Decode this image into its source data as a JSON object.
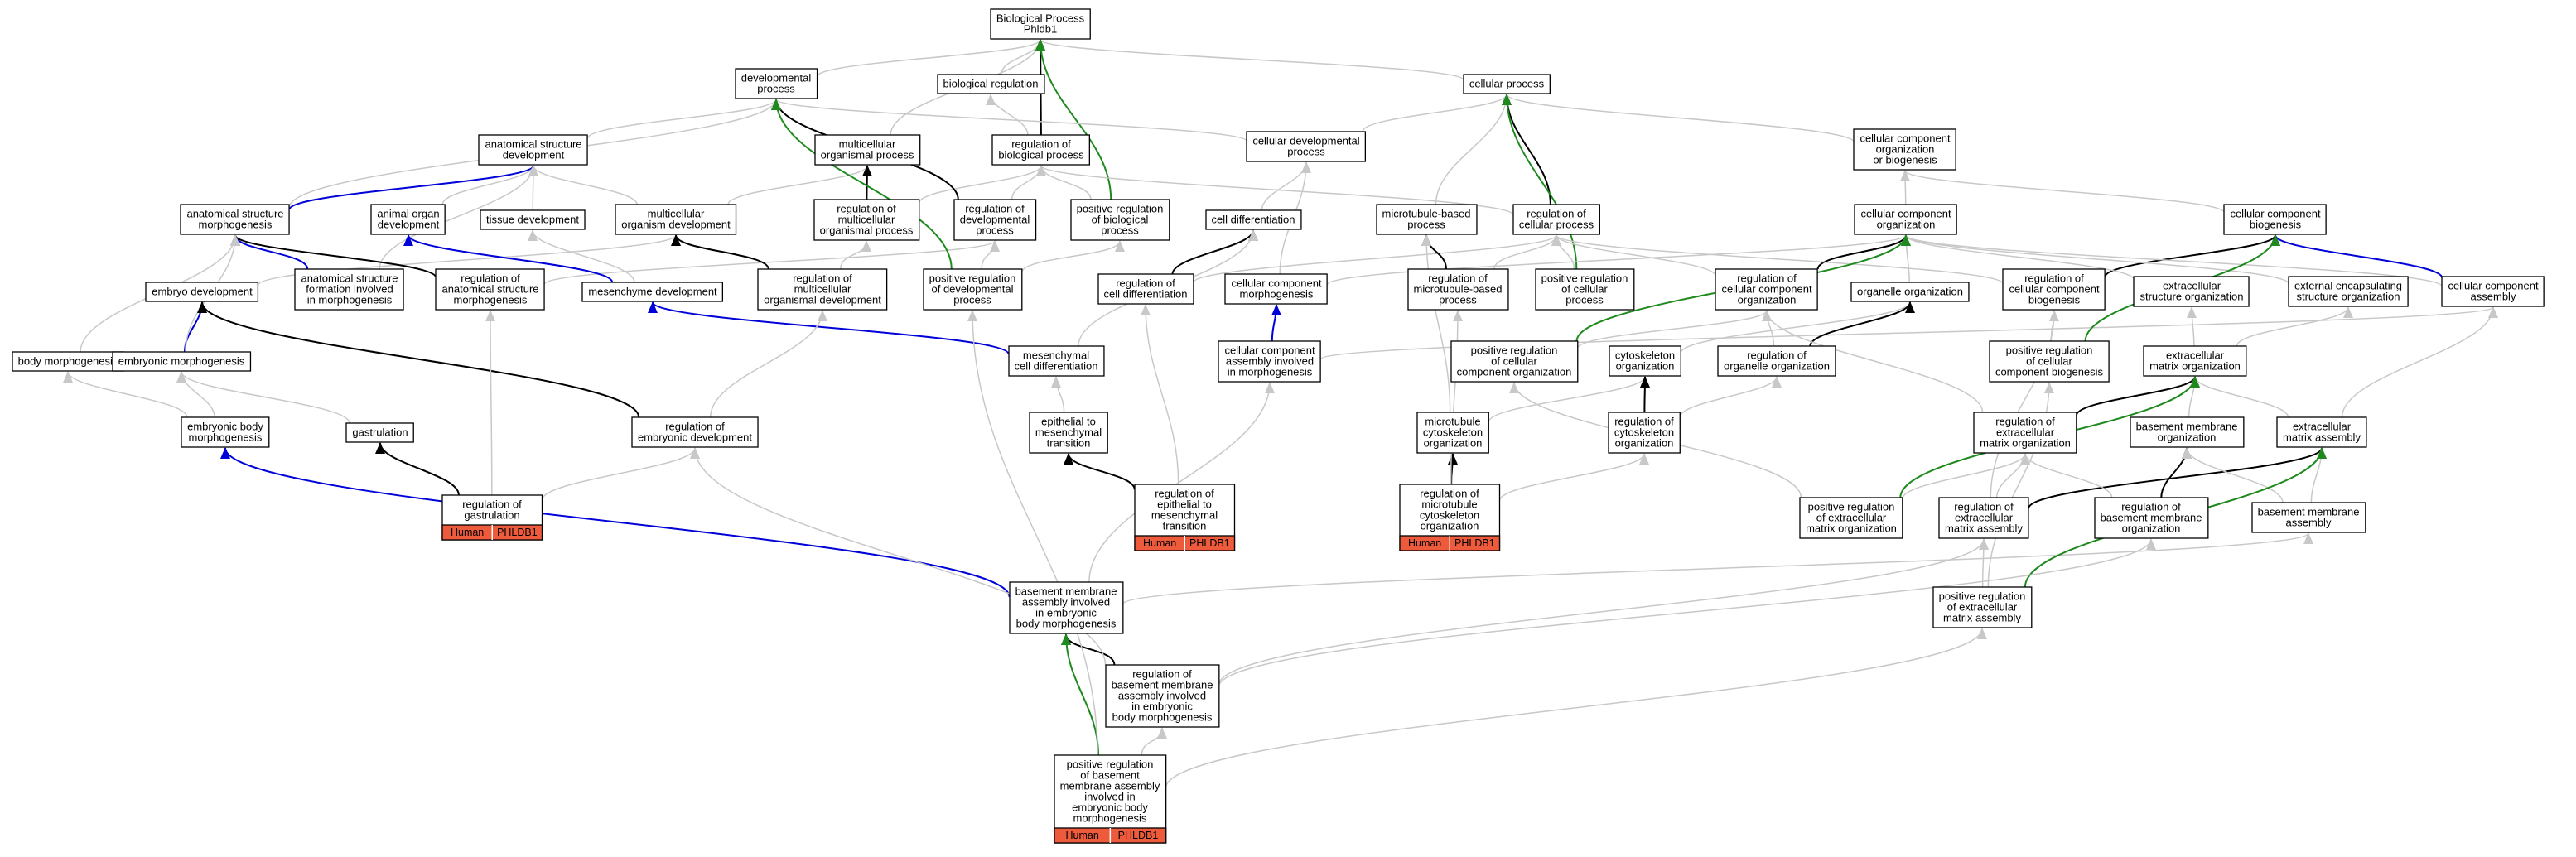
{
  "root": "Biological Process Phldb1",
  "nodes": [
    {
      "id": "bp",
      "lines": [
        "Biological Process",
        "Phldb1"
      ]
    },
    {
      "id": "dev",
      "lines": [
        "developmental",
        "process"
      ]
    },
    {
      "id": "breg",
      "lines": [
        "biological regulation"
      ]
    },
    {
      "id": "cp",
      "lines": [
        "cellular process"
      ]
    },
    {
      "id": "asd",
      "lines": [
        "anatomical structure",
        "development"
      ]
    },
    {
      "id": "mop",
      "lines": [
        "multicellular",
        "organismal process"
      ]
    },
    {
      "id": "rbp",
      "lines": [
        "regulation of",
        "biological process"
      ]
    },
    {
      "id": "cdp",
      "lines": [
        "cellular developmental",
        "process"
      ]
    },
    {
      "id": "ccob",
      "lines": [
        "cellular component",
        "organization",
        "or biogenesis"
      ]
    },
    {
      "id": "asm",
      "lines": [
        "anatomical structure",
        "morphogenesis"
      ]
    },
    {
      "id": "aod",
      "lines": [
        "animal organ",
        "development"
      ]
    },
    {
      "id": "td",
      "lines": [
        "tissue development"
      ]
    },
    {
      "id": "mod",
      "lines": [
        "multicellular",
        "organism development"
      ]
    },
    {
      "id": "rmop",
      "lines": [
        "regulation of",
        "multicellular",
        "organismal process"
      ]
    },
    {
      "id": "rdp",
      "lines": [
        "regulation of",
        "developmental",
        "process"
      ]
    },
    {
      "id": "prbp",
      "lines": [
        "positive regulation",
        "of biological",
        "process"
      ]
    },
    {
      "id": "cd",
      "lines": [
        "cell differentiation"
      ]
    },
    {
      "id": "mbp",
      "lines": [
        "microtubule-based",
        "process"
      ]
    },
    {
      "id": "rcp",
      "lines": [
        "regulation of",
        "cellular process"
      ]
    },
    {
      "id": "cco",
      "lines": [
        "cellular component",
        "organization"
      ]
    },
    {
      "id": "ccb",
      "lines": [
        "cellular component",
        "biogenesis"
      ]
    },
    {
      "id": "ed",
      "lines": [
        "embryo development"
      ]
    },
    {
      "id": "asfim",
      "lines": [
        "anatomical structure",
        "formation involved",
        "in morphogenesis"
      ]
    },
    {
      "id": "rasm",
      "lines": [
        "regulation of",
        "anatomical structure",
        "morphogenesis"
      ]
    },
    {
      "id": "md",
      "lines": [
        "mesenchyme development"
      ]
    },
    {
      "id": "rmod",
      "lines": [
        "regulation of",
        "multicellular",
        "organismal development"
      ]
    },
    {
      "id": "prdp",
      "lines": [
        "positive regulation",
        "of developmental",
        "process"
      ]
    },
    {
      "id": "rcd",
      "lines": [
        "regulation of",
        "cell differentiation"
      ]
    },
    {
      "id": "ccm",
      "lines": [
        "cellular component",
        "morphogenesis"
      ]
    },
    {
      "id": "rmbp",
      "lines": [
        "regulation of",
        "microtubule-based",
        "process"
      ]
    },
    {
      "id": "prcp",
      "lines": [
        "positive regulation",
        "of cellular",
        "process"
      ]
    },
    {
      "id": "rcco",
      "lines": [
        "regulation of",
        "cellular component",
        "organization"
      ]
    },
    {
      "id": "oo",
      "lines": [
        "organelle organization"
      ]
    },
    {
      "id": "rccb",
      "lines": [
        "regulation of",
        "cellular component",
        "biogenesis"
      ]
    },
    {
      "id": "eso",
      "lines": [
        "extracellular",
        "structure organization"
      ]
    },
    {
      "id": "eeso",
      "lines": [
        "external encapsulating",
        "structure organization"
      ]
    },
    {
      "id": "cca",
      "lines": [
        "cellular component",
        "assembly"
      ]
    },
    {
      "id": "bm",
      "lines": [
        "body morphogenesis"
      ]
    },
    {
      "id": "em",
      "lines": [
        "embryonic morphogenesis"
      ]
    },
    {
      "id": "mcd",
      "lines": [
        "mesenchymal",
        "cell differentiation"
      ]
    },
    {
      "id": "ccaim",
      "lines": [
        "cellular component",
        "assembly involved",
        "in morphogenesis"
      ]
    },
    {
      "id": "prcco",
      "lines": [
        "positive regulation",
        "of cellular",
        "component organization"
      ]
    },
    {
      "id": "co",
      "lines": [
        "cytoskeleton",
        "organization"
      ]
    },
    {
      "id": "roo",
      "lines": [
        "regulation of",
        "organelle organization"
      ]
    },
    {
      "id": "prccb",
      "lines": [
        "positive regulation",
        "of cellular",
        "component biogenesis"
      ]
    },
    {
      "id": "emo",
      "lines": [
        "extracellular",
        "matrix organization"
      ]
    },
    {
      "id": "ebm",
      "lines": [
        "embryonic body",
        "morphogenesis"
      ]
    },
    {
      "id": "gas",
      "lines": [
        "gastrulation"
      ]
    },
    {
      "id": "red",
      "lines": [
        "regulation of",
        "embryonic development"
      ]
    },
    {
      "id": "emt",
      "lines": [
        "epithelial to",
        "mesenchymal",
        "transition"
      ]
    },
    {
      "id": "mco",
      "lines": [
        "microtubule",
        "cytoskeleton",
        "organization"
      ]
    },
    {
      "id": "rco",
      "lines": [
        "regulation of",
        "cytoskeleton",
        "organization"
      ]
    },
    {
      "id": "remo",
      "lines": [
        "regulation of",
        "extracellular",
        "matrix organization"
      ]
    },
    {
      "id": "bmo",
      "lines": [
        "basement membrane",
        "organization"
      ]
    },
    {
      "id": "ema",
      "lines": [
        "extracellular",
        "matrix assembly"
      ]
    },
    {
      "id": "rg",
      "lines": [
        "regulation of",
        "gastrulation"
      ],
      "anno": [
        "Human",
        "PHLDB1"
      ]
    },
    {
      "id": "remt",
      "lines": [
        "regulation of",
        "epithelial to",
        "mesenchymal",
        "transition"
      ],
      "anno": [
        "Human",
        "PHLDB1"
      ]
    },
    {
      "id": "rmco",
      "lines": [
        "regulation of",
        "microtubule",
        "cytoskeleton",
        "organization"
      ],
      "anno": [
        "Human",
        "PHLDB1"
      ]
    },
    {
      "id": "premo",
      "lines": [
        "positive regulation",
        "of extracellular",
        "matrix organization"
      ]
    },
    {
      "id": "rema",
      "lines": [
        "regulation of",
        "extracellular",
        "matrix assembly"
      ]
    },
    {
      "id": "rbmo",
      "lines": [
        "regulation of",
        "basement membrane",
        "organization"
      ]
    },
    {
      "id": "bma",
      "lines": [
        "basement membrane",
        "assembly"
      ]
    },
    {
      "id": "bmaie",
      "lines": [
        "basement membrane",
        "assembly involved",
        "in embryonic",
        "body morphogenesis"
      ]
    },
    {
      "id": "prema",
      "lines": [
        "positive regulation",
        "of extracellular",
        "matrix assembly"
      ]
    },
    {
      "id": "rbmaie",
      "lines": [
        "regulation of",
        "basement membrane",
        "assembly involved",
        "in embryonic",
        "body morphogenesis"
      ]
    },
    {
      "id": "prbmaie",
      "lines": [
        "positive regulation",
        "of basement",
        "membrane assembly",
        "involved in",
        "embryonic body",
        "morphogenesis"
      ],
      "anno": [
        "Human",
        "PHLDB1"
      ]
    }
  ],
  "edges": [
    {
      "from": "dev",
      "to": "bp",
      "type": "is_a"
    },
    {
      "from": "breg",
      "to": "bp",
      "type": "is_a"
    },
    {
      "from": "cp",
      "to": "bp",
      "type": "is_a"
    },
    {
      "from": "mop",
      "to": "bp",
      "type": "is_a"
    },
    {
      "from": "rbp",
      "to": "bp",
      "type": "regulates"
    },
    {
      "from": "prbp",
      "to": "bp",
      "type": "positively_regulates"
    },
    {
      "from": "asd",
      "to": "dev",
      "type": "is_a"
    },
    {
      "from": "cdp",
      "to": "dev",
      "type": "is_a"
    },
    {
      "from": "cdp",
      "to": "cp",
      "type": "is_a"
    },
    {
      "from": "rbp",
      "to": "breg",
      "type": "is_a"
    },
    {
      "from": "ccob",
      "to": "cp",
      "type": "is_a"
    },
    {
      "from": "mbp",
      "to": "cp",
      "type": "is_a"
    },
    {
      "from": "rcp",
      "to": "cp",
      "type": "regulates"
    },
    {
      "from": "prcp",
      "to": "cp",
      "type": "positively_regulates"
    },
    {
      "from": "asm",
      "to": "asd",
      "type": "part_of"
    },
    {
      "from": "asm",
      "to": "dev",
      "type": "is_a"
    },
    {
      "from": "aod",
      "to": "asd",
      "type": "is_a"
    },
    {
      "from": "td",
      "to": "asd",
      "type": "is_a"
    },
    {
      "from": "mod",
      "to": "asd",
      "type": "is_a"
    },
    {
      "from": "mod",
      "to": "mop",
      "type": "is_a"
    },
    {
      "from": "rmop",
      "to": "mop",
      "type": "regulates"
    },
    {
      "from": "rmop",
      "to": "rbp",
      "type": "is_a"
    },
    {
      "from": "rdp",
      "to": "dev",
      "type": "regulates"
    },
    {
      "from": "rdp",
      "to": "rbp",
      "type": "is_a"
    },
    {
      "from": "prbp",
      "to": "rbp",
      "type": "is_a"
    },
    {
      "from": "cd",
      "to": "cdp",
      "type": "is_a"
    },
    {
      "from": "rcp",
      "to": "rbp",
      "type": "is_a"
    },
    {
      "from": "cco",
      "to": "ccob",
      "type": "is_a"
    },
    {
      "from": "ccb",
      "to": "ccob",
      "type": "is_a"
    },
    {
      "from": "ed",
      "to": "mod",
      "type": "is_a"
    },
    {
      "from": "asfim",
      "to": "asm",
      "type": "part_of"
    },
    {
      "from": "asfim",
      "to": "asd",
      "type": "is_a"
    },
    {
      "from": "rasm",
      "to": "asm",
      "type": "regulates"
    },
    {
      "from": "rasm",
      "to": "rdp",
      "type": "is_a"
    },
    {
      "from": "md",
      "to": "aod",
      "type": "part_of"
    },
    {
      "from": "md",
      "to": "td",
      "type": "is_a"
    },
    {
      "from": "rmod",
      "to": "mod",
      "type": "regulates"
    },
    {
      "from": "rmod",
      "to": "rmop",
      "type": "is_a"
    },
    {
      "from": "prdp",
      "to": "dev",
      "type": "positively_regulates"
    },
    {
      "from": "prdp",
      "to": "rdp",
      "type": "is_a"
    },
    {
      "from": "prdp",
      "to": "prbp",
      "type": "is_a"
    },
    {
      "from": "rcd",
      "to": "cd",
      "type": "regulates"
    },
    {
      "from": "rcd",
      "to": "rcp",
      "type": "is_a"
    },
    {
      "from": "ccm",
      "to": "cdp",
      "type": "is_a"
    },
    {
      "from": "ccm",
      "to": "cco",
      "type": "is_a"
    },
    {
      "from": "rmbp",
      "to": "mbp",
      "type": "regulates"
    },
    {
      "from": "rmbp",
      "to": "rcp",
      "type": "is_a"
    },
    {
      "from": "prcp",
      "to": "rcp",
      "type": "is_a"
    },
    {
      "from": "rcco",
      "to": "cco",
      "type": "regulates"
    },
    {
      "from": "rcco",
      "to": "rcp",
      "type": "is_a"
    },
    {
      "from": "oo",
      "to": "cco",
      "type": "is_a"
    },
    {
      "from": "rccb",
      "to": "ccb",
      "type": "regulates"
    },
    {
      "from": "rccb",
      "to": "rcp",
      "type": "is_a"
    },
    {
      "from": "eso",
      "to": "cco",
      "type": "is_a"
    },
    {
      "from": "eeso",
      "to": "cco",
      "type": "is_a"
    },
    {
      "from": "cca",
      "to": "ccb",
      "type": "part_of"
    },
    {
      "from": "cca",
      "to": "cco",
      "type": "is_a"
    },
    {
      "from": "bm",
      "to": "asm",
      "type": "is_a"
    },
    {
      "from": "em",
      "to": "ed",
      "type": "part_of"
    },
    {
      "from": "em",
      "to": "asm",
      "type": "is_a"
    },
    {
      "from": "mcd",
      "to": "md",
      "type": "part_of"
    },
    {
      "from": "mcd",
      "to": "cd",
      "type": "is_a"
    },
    {
      "from": "ccaim",
      "to": "ccm",
      "type": "part_of"
    },
    {
      "from": "ccaim",
      "to": "cca",
      "type": "is_a"
    },
    {
      "from": "prcco",
      "to": "cco",
      "type": "positively_regulates"
    },
    {
      "from": "prcco",
      "to": "rcco",
      "type": "is_a"
    },
    {
      "from": "co",
      "to": "oo",
      "type": "is_a"
    },
    {
      "from": "roo",
      "to": "oo",
      "type": "regulates"
    },
    {
      "from": "roo",
      "to": "rcco",
      "type": "is_a"
    },
    {
      "from": "prccb",
      "to": "ccb",
      "type": "positively_regulates"
    },
    {
      "from": "prccb",
      "to": "rccb",
      "type": "is_a"
    },
    {
      "from": "emo",
      "to": "eso",
      "type": "is_a"
    },
    {
      "from": "emo",
      "to": "eeso",
      "type": "is_a"
    },
    {
      "from": "ebm",
      "to": "em",
      "type": "is_a"
    },
    {
      "from": "ebm",
      "to": "bm",
      "type": "is_a"
    },
    {
      "from": "gas",
      "to": "em",
      "type": "is_a"
    },
    {
      "from": "red",
      "to": "ed",
      "type": "regulates"
    },
    {
      "from": "red",
      "to": "rmod",
      "type": "is_a"
    },
    {
      "from": "emt",
      "to": "mcd",
      "type": "is_a"
    },
    {
      "from": "mco",
      "to": "co",
      "type": "is_a"
    },
    {
      "from": "mco",
      "to": "mbp",
      "type": "is_a"
    },
    {
      "from": "rco",
      "to": "co",
      "type": "regulates"
    },
    {
      "from": "rco",
      "to": "roo",
      "type": "is_a"
    },
    {
      "from": "remo",
      "to": "emo",
      "type": "regulates"
    },
    {
      "from": "remo",
      "to": "rcco",
      "type": "is_a"
    },
    {
      "from": "bmo",
      "to": "emo",
      "type": "is_a"
    },
    {
      "from": "ema",
      "to": "emo",
      "type": "is_a"
    },
    {
      "from": "ema",
      "to": "cca",
      "type": "is_a"
    },
    {
      "from": "rg",
      "to": "gas",
      "type": "regulates"
    },
    {
      "from": "rg",
      "to": "red",
      "type": "is_a"
    },
    {
      "from": "rg",
      "to": "rasm",
      "type": "is_a"
    },
    {
      "from": "remt",
      "to": "emt",
      "type": "regulates"
    },
    {
      "from": "remt",
      "to": "rcd",
      "type": "is_a"
    },
    {
      "from": "rmco",
      "to": "mco",
      "type": "regulates"
    },
    {
      "from": "rmco",
      "to": "rco",
      "type": "is_a"
    },
    {
      "from": "rmco",
      "to": "rmbp",
      "type": "is_a"
    },
    {
      "from": "premo",
      "to": "emo",
      "type": "positively_regulates"
    },
    {
      "from": "premo",
      "to": "remo",
      "type": "is_a"
    },
    {
      "from": "premo",
      "to": "prcco",
      "type": "is_a"
    },
    {
      "from": "rema",
      "to": "ema",
      "type": "regulates"
    },
    {
      "from": "rema",
      "to": "remo",
      "type": "is_a"
    },
    {
      "from": "rema",
      "to": "rccb",
      "type": "is_a"
    },
    {
      "from": "rbmo",
      "to": "bmo",
      "type": "regulates"
    },
    {
      "from": "rbmo",
      "to": "remo",
      "type": "is_a"
    },
    {
      "from": "bma",
      "to": "bmo",
      "type": "is_a"
    },
    {
      "from": "bma",
      "to": "ema",
      "type": "is_a"
    },
    {
      "from": "bmaie",
      "to": "ebm",
      "type": "part_of"
    },
    {
      "from": "bmaie",
      "to": "ccaim",
      "type": "is_a"
    },
    {
      "from": "bmaie",
      "to": "bma",
      "type": "is_a"
    },
    {
      "from": "prema",
      "to": "ema",
      "type": "positively_regulates"
    },
    {
      "from": "prema",
      "to": "rema",
      "type": "is_a"
    },
    {
      "from": "prema",
      "to": "prccb",
      "type": "is_a"
    },
    {
      "from": "rbmaie",
      "to": "bmaie",
      "type": "regulates"
    },
    {
      "from": "rbmaie",
      "to": "red",
      "type": "is_a"
    },
    {
      "from": "rbmaie",
      "to": "rema",
      "type": "is_a"
    },
    {
      "from": "rbmaie",
      "to": "rbmo",
      "type": "is_a"
    },
    {
      "from": "prbmaie",
      "to": "bmaie",
      "type": "positively_regulates"
    },
    {
      "from": "prbmaie",
      "to": "rbmaie",
      "type": "is_a"
    },
    {
      "from": "prbmaie",
      "to": "prdp",
      "type": "is_a"
    },
    {
      "from": "prbmaie",
      "to": "prema",
      "type": "is_a"
    }
  ],
  "colors": {
    "is_a": "#c8c8c8",
    "part_of": "#0000d8",
    "regulates": "#000000",
    "positively_regulates": "#1e8a1e",
    "node_border": "#000000",
    "node_fill": "#ffffff",
    "annotation_fill": "#ee5a3c",
    "annotation_text": "#000000"
  }
}
